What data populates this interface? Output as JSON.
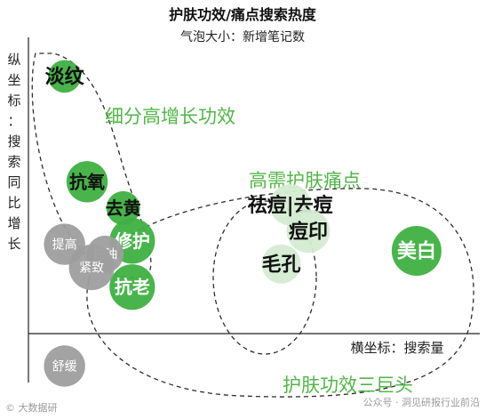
{
  "chart_data": {
    "type": "bubble-scatter",
    "title": "护肤功效/痛点搜索热度",
    "subtitle": "气泡大小：新增笔记数",
    "ylabel": "纵坐标：搜索同比增长",
    "xlabel": "横坐标：搜索量",
    "groups": [
      {
        "name": "细分高增长功效"
      },
      {
        "name": "高需护肤痛点"
      },
      {
        "name": "护肤功效三巨头"
      }
    ],
    "points": [
      {
        "label": "淡纹",
        "x": 0.08,
        "y": 0.93,
        "size": 0.14,
        "color": "#3fb042",
        "label_color": "#111111",
        "label_size": 22
      },
      {
        "label": "抗氧",
        "x": 0.13,
        "y": 0.61,
        "size": 0.22,
        "color": "#3fb042",
        "label_color": "#111111",
        "label_size": 20
      },
      {
        "label": "去黄",
        "x": 0.21,
        "y": 0.53,
        "size": 0.15,
        "color": "#3fb042",
        "label_color": "#111111",
        "label_size": 20
      },
      {
        "label": "修护",
        "x": 0.23,
        "y": 0.43,
        "size": 0.26,
        "color": "#3fb042",
        "label_color": "#ffffff",
        "label_size": 20
      },
      {
        "label": "抗老",
        "x": 0.23,
        "y": 0.29,
        "size": 0.26,
        "color": "#3fb042",
        "label_color": "#ffffff",
        "label_size": 20
      },
      {
        "label": "提高",
        "x": 0.08,
        "y": 0.42,
        "size": 0.22,
        "color": "#9e9e9e",
        "label_color": "#ffffff",
        "label_size": 14
      },
      {
        "label": "控油",
        "x": 0.17,
        "y": 0.39,
        "size": 0.18,
        "color": "#9e9e9e",
        "label_color": "#ffffff",
        "label_size": 14
      },
      {
        "label": "紧致",
        "x": 0.14,
        "y": 0.35,
        "size": 0.26,
        "color": "#9e9e9e",
        "label_color": "#ffffff",
        "label_size": 14
      },
      {
        "label": "舒缓",
        "x": 0.08,
        "y": 0.05,
        "size": 0.22,
        "color": "#9e9e9e",
        "label_color": "#ffffff",
        "label_size": 14
      },
      {
        "label": "祛痘|去痘",
        "x": 0.58,
        "y": 0.54,
        "size": 0.22,
        "color": "#d4ecd1",
        "label_color": "#111111",
        "label_size": 22
      },
      {
        "label": "痘印",
        "x": 0.62,
        "y": 0.46,
        "size": 0.24,
        "color": "#d4ecd1",
        "label_color": "#111111",
        "label_size": 22
      },
      {
        "label": "毛孔",
        "x": 0.56,
        "y": 0.36,
        "size": 0.2,
        "color": "#d4ecd1",
        "label_color": "#111111",
        "label_size": 22
      },
      {
        "label": "美白",
        "x": 0.86,
        "y": 0.4,
        "size": 0.3,
        "color": "#3fb042",
        "label_color": "#ffffff",
        "label_size": 22
      }
    ]
  },
  "watermarks": {
    "left": "© 大数据研",
    "right": "公众号 · 洞见研报行业前沿"
  }
}
